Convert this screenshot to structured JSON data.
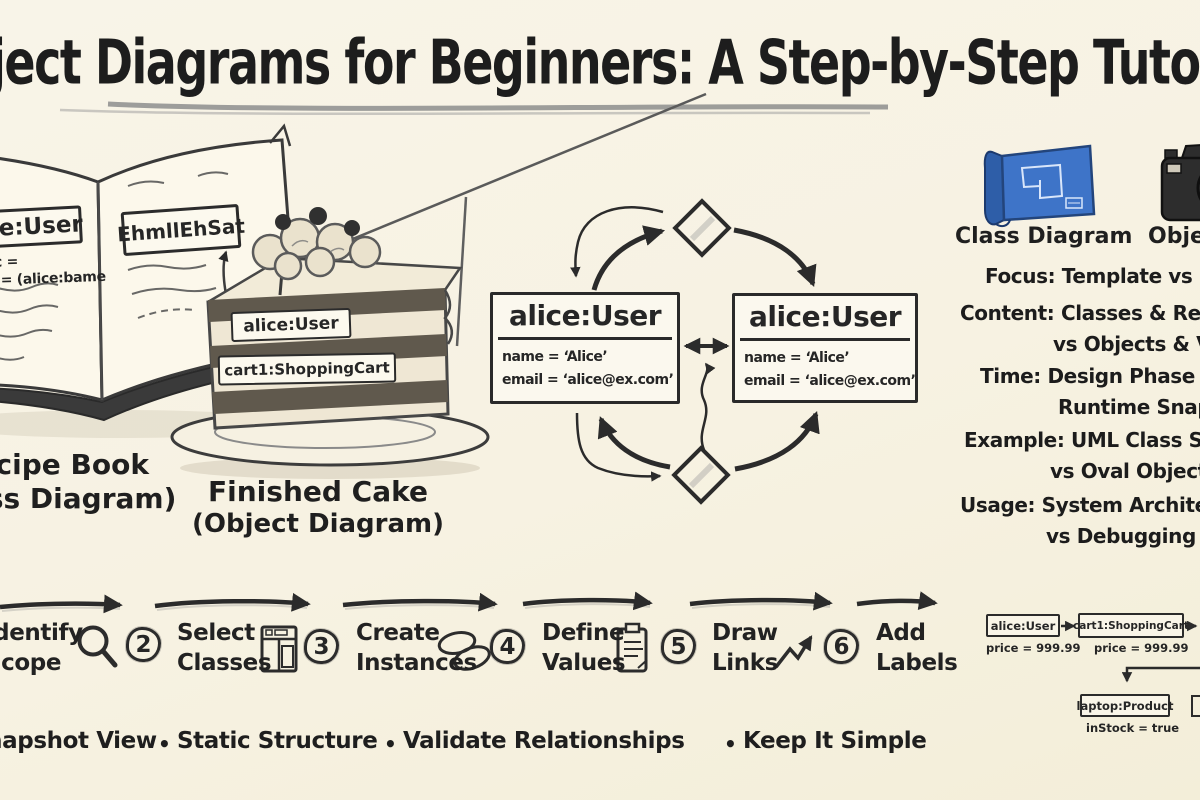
{
  "title": {
    "text": "Object Diagrams for Beginners: A Step-by-Step Tutorial"
  },
  "analogy": {
    "book": {
      "left_box_label": "ice:User",
      "left_note_line1": "mc =",
      "left_note_line2": "er = (alice:bame",
      "right_box_label": "EhmllEhSat",
      "caption_line1": "Recipe Book",
      "caption_line2": "(Class Diagram)"
    },
    "cake": {
      "layer_label1": "alice:User",
      "layer_label2": "cart1:ShoppingCart",
      "caption_line1": "Finished Cake",
      "caption_line2": "(Object Diagram)"
    }
  },
  "object_diagram": {
    "left_box": {
      "title": "alice:User",
      "attr1": "name = ‘Alice’",
      "attr2": "email = ‘alice@ex.com’"
    },
    "right_box": {
      "title": "alice:User",
      "attr1": "name = ‘Alice’",
      "attr2": "email = ‘alice@ex.com’"
    }
  },
  "comparison": {
    "class_icon_label": "Class Diagram",
    "object_icon_label": "Object",
    "row1_line1": "Focus: Template vs Ins",
    "row2_line1": "Content: Classes & Rela",
    "row2_line2": "vs Objects & V",
    "row3_line1": "Time: Design Phase vs",
    "row3_line2": "Runtime Snaps",
    "row4_line1": "Example: UML Class Sy",
    "row4_line2": "vs Oval Object S",
    "row5_line1": "Usage: System Archite",
    "row5_line2": "vs Debugging & T"
  },
  "steps": {
    "items": [
      {
        "num": "",
        "line1": "Identify",
        "line2": "Scope",
        "icon": "magnifier"
      },
      {
        "num": "2",
        "line1": "Select",
        "line2": "Classes",
        "icon": "window"
      },
      {
        "num": "3",
        "line1": "Create",
        "line2": "Instances",
        "icon": "ovals"
      },
      {
        "num": "4",
        "line1": "Define",
        "line2": "Values",
        "icon": "clipboard"
      },
      {
        "num": "5",
        "line1": "Draw",
        "line2": "Links",
        "icon": "zigzag-arrow"
      },
      {
        "num": "6",
        "line1": "Add",
        "line2": "Labels",
        "icon": ""
      }
    ]
  },
  "mini_diagram": {
    "box1_title": "alice:User",
    "box1_attr": "price = 999.99",
    "box2_title": "cart1:ShoppingCart",
    "box2_attr": "price = 999.99",
    "box3_title": "laptop:Product",
    "box3_attr": "inStock = true"
  },
  "footer": {
    "bullet": "•",
    "item1": "Snapshot View",
    "item2": "Static Structure",
    "item3": "Validate Relationships",
    "item4": "Keep It Simple"
  },
  "colors": {
    "background": "#f7f2e2",
    "ink": "#262626",
    "blueprint_blue": "#3e74c8"
  }
}
